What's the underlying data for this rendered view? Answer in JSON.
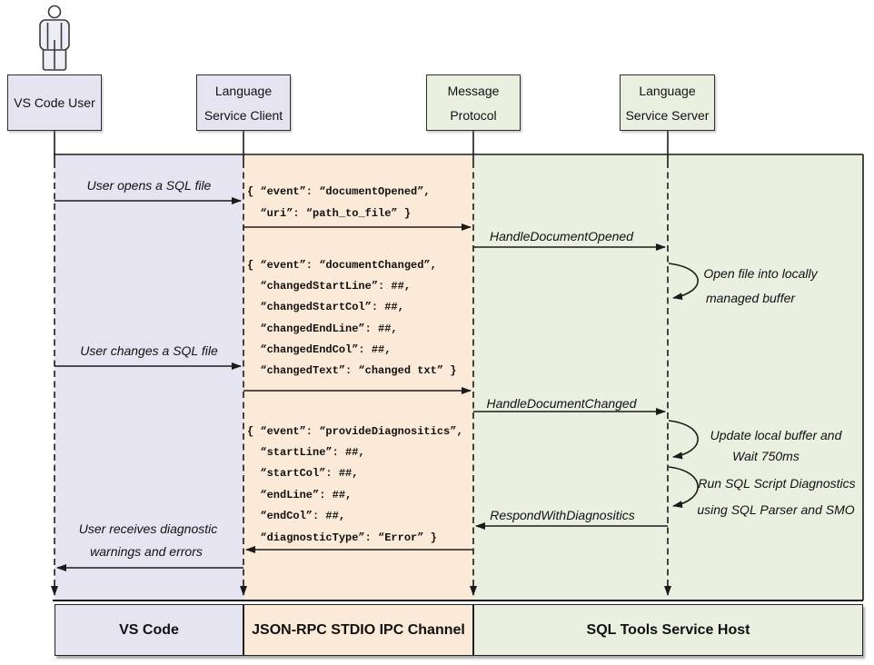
{
  "headers": [
    {
      "lines": [
        "VS Code User"
      ]
    },
    {
      "lines": [
        "Language",
        "Service Client"
      ]
    },
    {
      "lines": [
        "Message",
        "Protocol"
      ]
    },
    {
      "lines": [
        "Language",
        "Service Server"
      ]
    }
  ],
  "user_messages": {
    "opens": "User opens a SQL file",
    "changes": "User changes a SQL file",
    "receives_line1": "User receives diagnostic",
    "receives_line2": "warnings and errors"
  },
  "rpc_labels": {
    "handle_opened": "HandleDocumentOpened",
    "handle_changed": "HandleDocumentChanged",
    "respond": "RespondWithDiagnositics"
  },
  "server_notes": {
    "open_file": [
      "Open file into locally",
      "managed buffer"
    ],
    "update_buffer": [
      "Update local buffer and",
      "Wait 750ms"
    ],
    "run_diagnostics": [
      "Run SQL Script Diagnostics",
      "using SQL Parser and SMO"
    ]
  },
  "json_payloads": {
    "document_opened": [
      "{ “event”: “documentOpened”,",
      "  “uri”: “path_to_file” }"
    ],
    "document_changed": [
      "{ “event”: “documentChanged”,",
      "  “changedStartLine”: ##,",
      "  “changedStartCol”: ##,",
      "  “changedEndLine”: ##,",
      "  “changedEndCol”: ##,",
      "  “changedText”: “changed txt” }"
    ],
    "provide_diagnostics": [
      "{ “event”: “provideDiagnositics”,",
      "  “startLine”: ##,",
      "  “startCol”: ##,",
      "  “endLine”: ##,",
      "  “endCol”: ##,",
      "  “diagnosticType”: “Error” }"
    ]
  },
  "footer": [
    "VS Code",
    "JSON-RPC STDIO IPC Channel",
    "SQL Tools Service Host"
  ],
  "colors": {
    "lavender": "#e6e4f0",
    "peach": "#fcead9",
    "green": "#eaf0e0",
    "outline": "#2e2e2e",
    "line": "#1a1a1a"
  }
}
